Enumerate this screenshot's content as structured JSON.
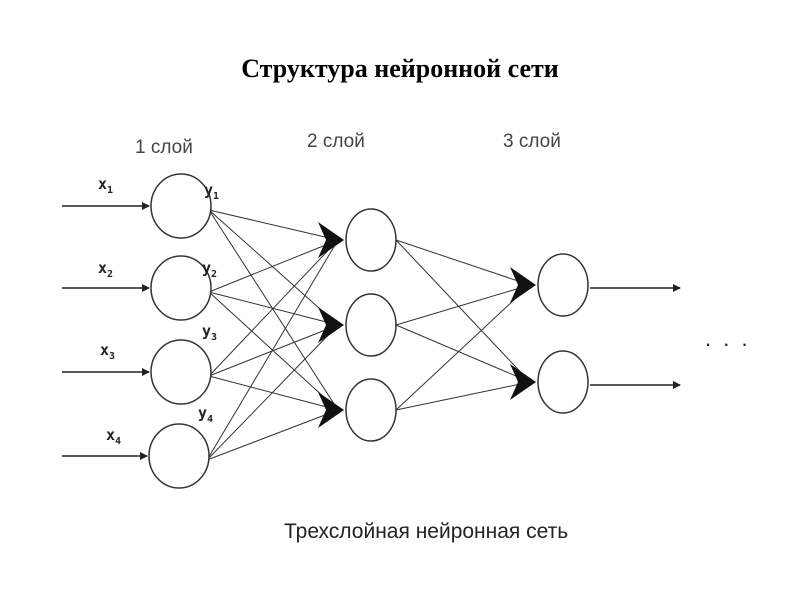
{
  "title": "Структура нейронной сети",
  "layers": [
    {
      "label": "1 слой"
    },
    {
      "label": "2 слой"
    },
    {
      "label": "3 слой"
    }
  ],
  "inputs": [
    {
      "label": "x",
      "sub": "1"
    },
    {
      "label": "x",
      "sub": "2"
    },
    {
      "label": "x",
      "sub": "3"
    },
    {
      "label": "x",
      "sub": "4"
    }
  ],
  "outputs": [
    {
      "label": "y",
      "sub": "1"
    },
    {
      "label": "y",
      "sub": "2"
    },
    {
      "label": "y",
      "sub": "3"
    },
    {
      "label": "y",
      "sub": "4"
    }
  ],
  "ellipsis": ". . .",
  "caption": "Трехслойная нейронная сеть",
  "colors": {
    "stroke": "#333333",
    "background": "#ffffff"
  }
}
